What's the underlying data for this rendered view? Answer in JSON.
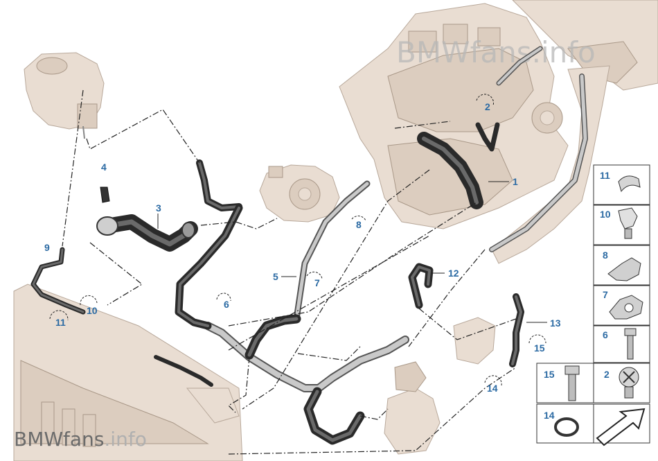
{
  "watermark_top": "BMWfans.info",
  "watermark_bottom": {
    "brand": "BMWfans",
    "suffix": ".info"
  },
  "callouts": {
    "c1": "1",
    "c2": "2",
    "c3": "3",
    "c4": "4",
    "c5": "5",
    "c6": "6",
    "c7": "7",
    "c8": "8",
    "c9": "9",
    "c10": "10",
    "c11": "11",
    "c12": "12",
    "c13": "13",
    "c14": "14",
    "c15": "15"
  },
  "legend": {
    "l11": "11",
    "l10": "10",
    "l8": "8",
    "l7": "7",
    "l6": "6",
    "l15": "15",
    "l2": "2",
    "l14": "14"
  },
  "colors": {
    "callout": "#2b6aa3",
    "hose": "#2a2a2a",
    "engine": "#e9ddd2",
    "pipe": "#c9c9c9"
  }
}
